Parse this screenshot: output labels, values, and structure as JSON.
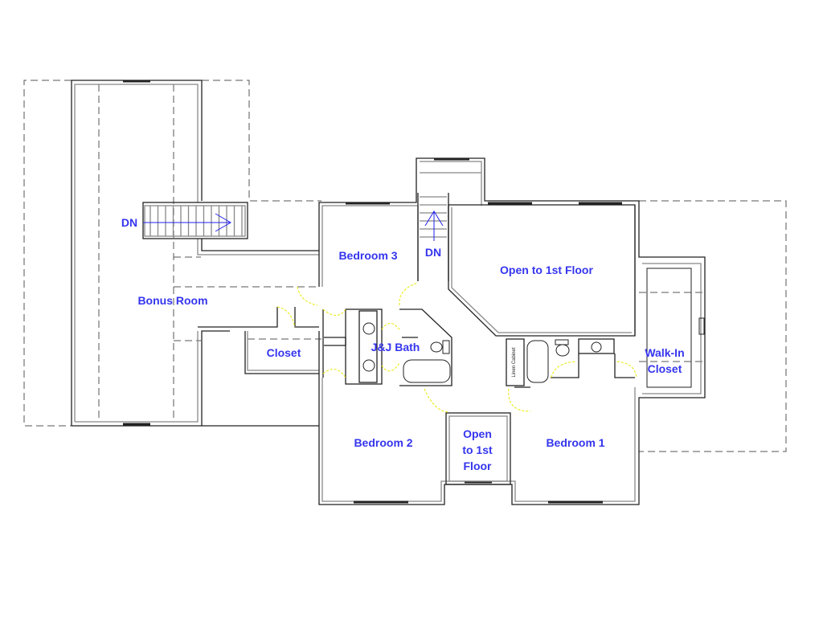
{
  "title": "Second Floor Plan",
  "colors": {
    "label": "#3535ee",
    "wall": "#222222",
    "door_swing": "#e8e800"
  },
  "rooms": {
    "bonus_room": "Bonus Room",
    "bonus_stair_dn": "DN",
    "main_stair_dn": "DN",
    "bedroom3": "Bedroom 3",
    "open_upper": "Open to 1st Floor",
    "closet": "Closet",
    "jj_bath": "J&J Bath",
    "walk_in_line1": "Walk-In",
    "walk_in_line2": "Closet",
    "bedroom2": "Bedroom 2",
    "open_lower_line1": "Open",
    "open_lower_line2": "to 1st",
    "open_lower_line3": "Floor",
    "bedroom1": "Bedroom 1",
    "linen": "Linen Cabinet"
  }
}
